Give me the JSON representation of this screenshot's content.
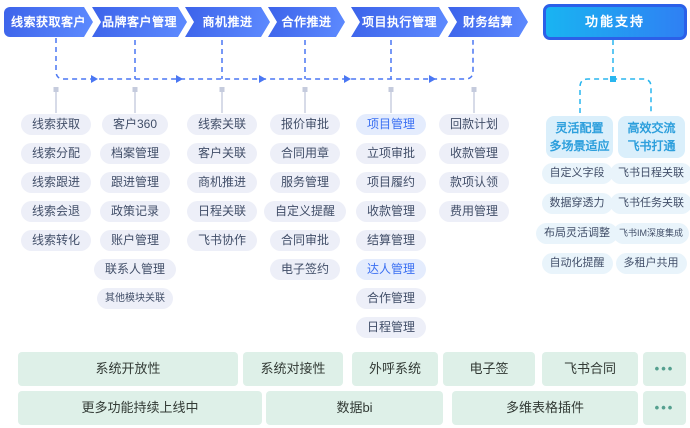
{
  "flow": {
    "steps": [
      "线索获取客户",
      "品牌客户管理",
      "商机推进",
      "合作推进",
      "项目执行管理",
      "财务结算"
    ],
    "support_button": "功能支持"
  },
  "columns": [
    {
      "name": "lead-acquisition",
      "items": [
        {
          "t": "线索获取"
        },
        {
          "t": "线索分配"
        },
        {
          "t": "线索跟进"
        },
        {
          "t": "线索会退"
        },
        {
          "t": "线索转化"
        }
      ]
    },
    {
      "name": "brand-customer",
      "items": [
        {
          "t": "客户360"
        },
        {
          "t": "档案管理"
        },
        {
          "t": "跟进管理"
        },
        {
          "t": "政策记录"
        },
        {
          "t": "账户管理"
        },
        {
          "t": "联系人管理"
        },
        {
          "t": "其他模块关联",
          "small": true
        }
      ]
    },
    {
      "name": "opportunity",
      "items": [
        {
          "t": "线索关联"
        },
        {
          "t": "客户关联"
        },
        {
          "t": "商机推进"
        },
        {
          "t": "日程关联"
        },
        {
          "t": "飞书协作"
        }
      ]
    },
    {
      "name": "cooperation",
      "items": [
        {
          "t": "报价审批"
        },
        {
          "t": "合同用章"
        },
        {
          "t": "服务管理"
        },
        {
          "t": "自定义提醒"
        },
        {
          "t": "合同审批"
        },
        {
          "t": "电子签约"
        }
      ]
    },
    {
      "name": "project-execution",
      "items": [
        {
          "t": "项目管理",
          "highlight": true
        },
        {
          "t": "立项审批"
        },
        {
          "t": "项目履约"
        },
        {
          "t": "收款管理"
        },
        {
          "t": "结算管理"
        },
        {
          "t": "达人管理",
          "highlight": true
        },
        {
          "t": "合作管理"
        },
        {
          "t": "日程管理"
        }
      ]
    },
    {
      "name": "finance",
      "items": [
        {
          "t": "回款计划"
        },
        {
          "t": "收款管理"
        },
        {
          "t": "款项认领"
        },
        {
          "t": "费用管理"
        }
      ]
    }
  ],
  "support": {
    "cards": [
      {
        "line1": "灵活配置",
        "line2": "多场景适应"
      },
      {
        "line1": "高效交流",
        "line2": "飞书打通"
      }
    ],
    "flex_items": [
      {
        "t": "自定义字段"
      },
      {
        "t": "数据穿透力"
      },
      {
        "t": "布局灵活调整"
      },
      {
        "t": "自动化提醒"
      }
    ],
    "feishu_items": [
      {
        "t": "飞书日程关联"
      },
      {
        "t": "飞书任务关联"
      },
      {
        "t": "飞书IM深度集成",
        "tiny": true
      },
      {
        "t": "多租户共用"
      }
    ]
  },
  "bottom_rows": [
    [
      "系统开放性",
      "系统对接性",
      "外呼系统",
      "电子签",
      "飞书合同",
      "•••"
    ],
    [
      "更多功能持续上线中",
      "数据bi",
      "多维表格插件",
      "•••"
    ]
  ],
  "colors": {
    "flow_gradient_start": "#3c63ea",
    "flow_gradient_end": "#5e8bff",
    "support_cyan": "#29b6ef",
    "highlight_blue": "#3a6ff2",
    "pill_bg": "#edeff8",
    "support_card_bg": "#daeffb",
    "support_text": "#2d9fdc",
    "bottom_box_bg": "#def0e8",
    "dots_green": "#55a08f",
    "connector_blue": "#4a77f3",
    "connector_gray": "#d1d6e4"
  }
}
